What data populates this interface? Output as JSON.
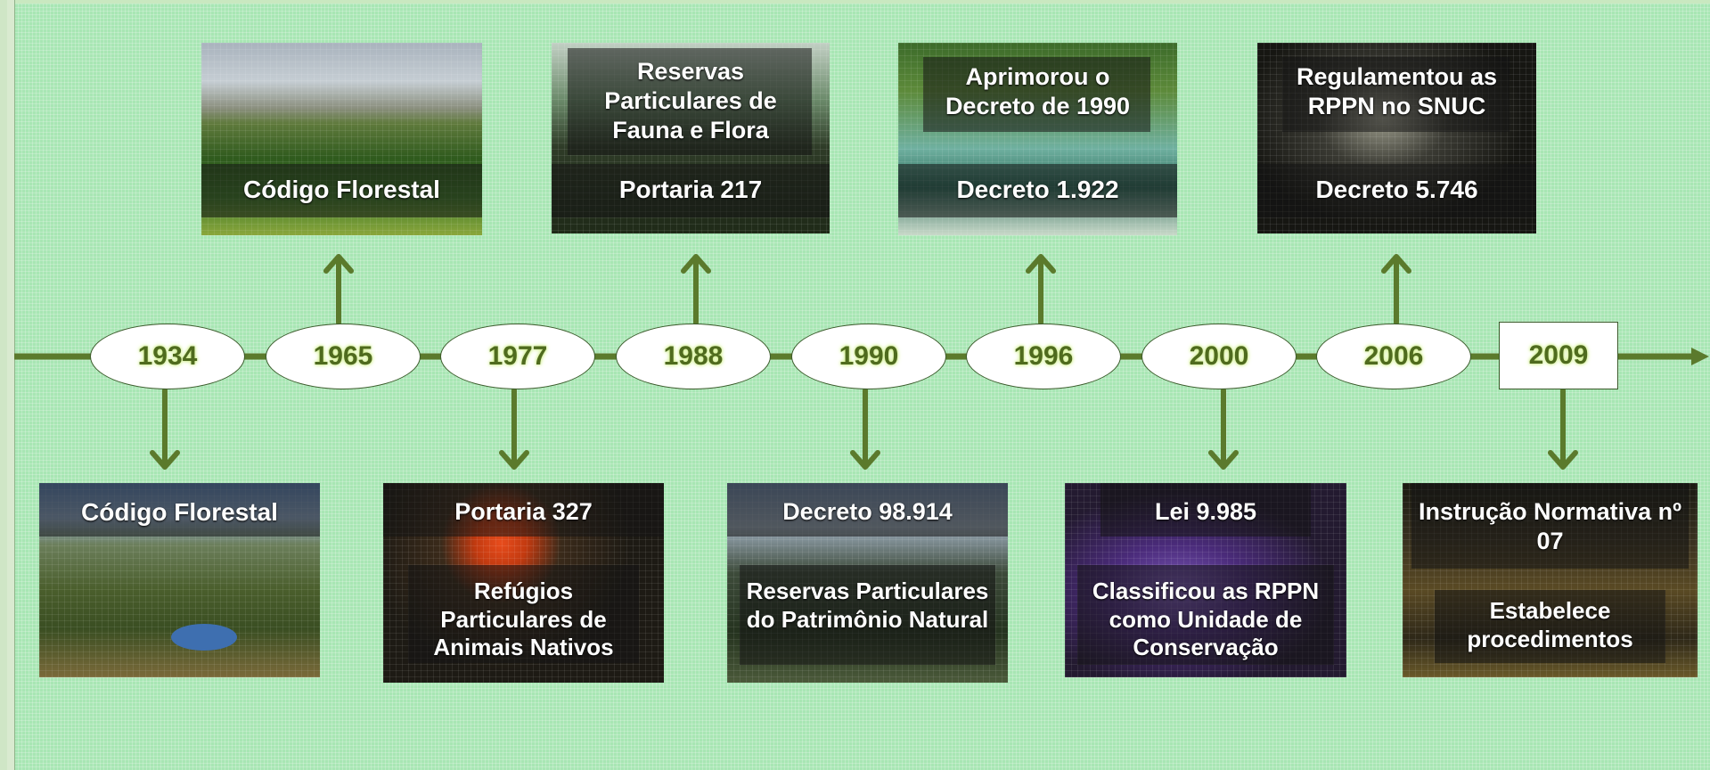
{
  "colors": {
    "background": "#a8e6b4",
    "line": "#5b7a2c",
    "year_text": "#4f6b1e"
  },
  "years": [
    "1934",
    "1965",
    "1977",
    "1988",
    "1990",
    "1996",
    "2000",
    "2006",
    "2009"
  ],
  "top_cards": [
    {
      "year": "1965",
      "title": "",
      "label": "Código Florestal"
    },
    {
      "year": "1988",
      "title": "Reservas Particulares de Fauna e Flora",
      "label": "Portaria 217"
    },
    {
      "year": "1996",
      "title": "Aprimorou o Decreto de 1990",
      "label": "Decreto 1.922"
    },
    {
      "year": "2006",
      "title": "Regulamentou as RPPN no SNUC",
      "label": "Decreto 5.746"
    }
  ],
  "bottom_cards": [
    {
      "year": "1934",
      "title": "Código Florestal",
      "label": ""
    },
    {
      "year": "1977",
      "title": "Portaria 327",
      "label": "Refúgios Particulares de Animais Nativos"
    },
    {
      "year": "1990",
      "title": "Decreto 98.914",
      "label": "Reservas Particulares do Patrimônio Natural"
    },
    {
      "year": "2000",
      "title": "Lei 9.985",
      "label": "Classificou as RPPN como Unidade de Conservação"
    },
    {
      "year": "2009",
      "title": "Instrução Normativa nº 07",
      "label": "Estabelece procedimentos"
    }
  ]
}
